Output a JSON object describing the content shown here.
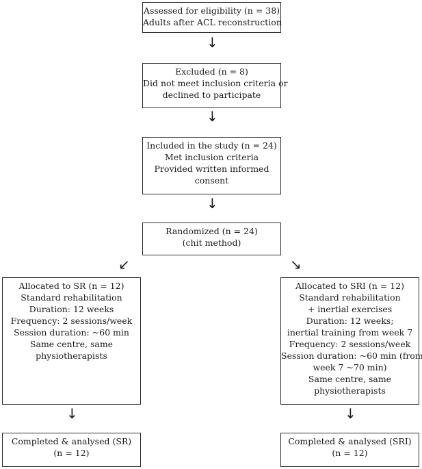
{
  "boxes": {
    "assessed": {
      "lines": [
        "Assessed for eligibility (n = 38)",
        "Adults after ACL reconstruction"
      ]
    },
    "excluded": {
      "lines": [
        "Excluded (n = 8)",
        "Did not meet inclusion criteria or",
        "declined to participate"
      ]
    },
    "included": {
      "lines": [
        "Included in the study (n = 24)",
        "Met inclusion criteria",
        "Provided written informed",
        "consent"
      ]
    },
    "randomized": {
      "lines": [
        "Randomized (n = 24)",
        "(chit method)"
      ]
    },
    "allocated_sr": {
      "lines": [
        "Allocated to SR (n = 12)",
        "Standard rehabilitation",
        "Duration: 12 weeks",
        "Frequency: 2 sessions/week",
        "Session duration: ~60 min",
        "Same centre, same",
        "physiotherapists"
      ]
    },
    "allocated_sri": {
      "lines": [
        "Allocated to SRI (n = 12)",
        "Standard rehabilitation",
        "+ inertial exercises",
        "Duration: 12 weeks;",
        "inertial training from week 7",
        "Frequency: 2 sessions/week",
        "Session duration: ~60 min (from",
        "week 7 ~70 min)",
        "Same centre, same",
        "physiotherapists"
      ]
    },
    "completed_sr": {
      "lines": [
        "Completed & analysed (SR)",
        "(n = 12)"
      ]
    },
    "completed_sri": {
      "lines": [
        "Completed & analysed (SRI)",
        "(n = 12)"
      ]
    }
  },
  "arrows": {
    "down": "↓",
    "down_left": "↙",
    "down_right": "↘"
  }
}
